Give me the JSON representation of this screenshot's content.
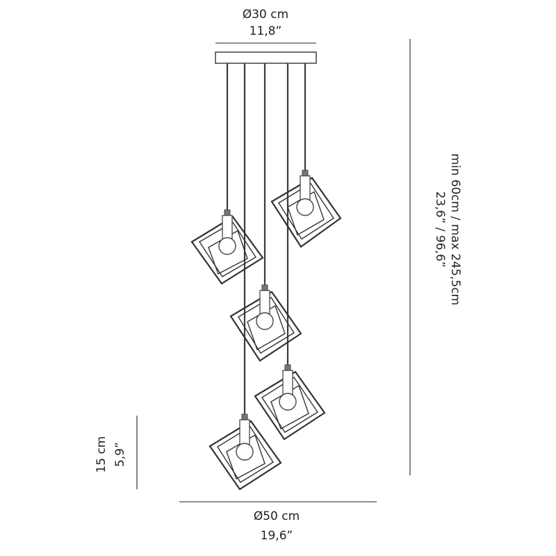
{
  "dimensions": {
    "top_diameter_metric": "Ø30 cm",
    "top_diameter_imperial": "11,8”",
    "height_metric": "min 60cm / max 245,5cm",
    "height_imperial": "23,6” / 96,6”",
    "shade_height_metric": "15 cm",
    "shade_height_imperial": "5,9”",
    "bottom_diameter_metric": "Ø50 cm",
    "bottom_diameter_imperial": "19,6”"
  },
  "colors": {
    "line": "#333333",
    "background": "#ffffff"
  },
  "pendant_count": 5
}
